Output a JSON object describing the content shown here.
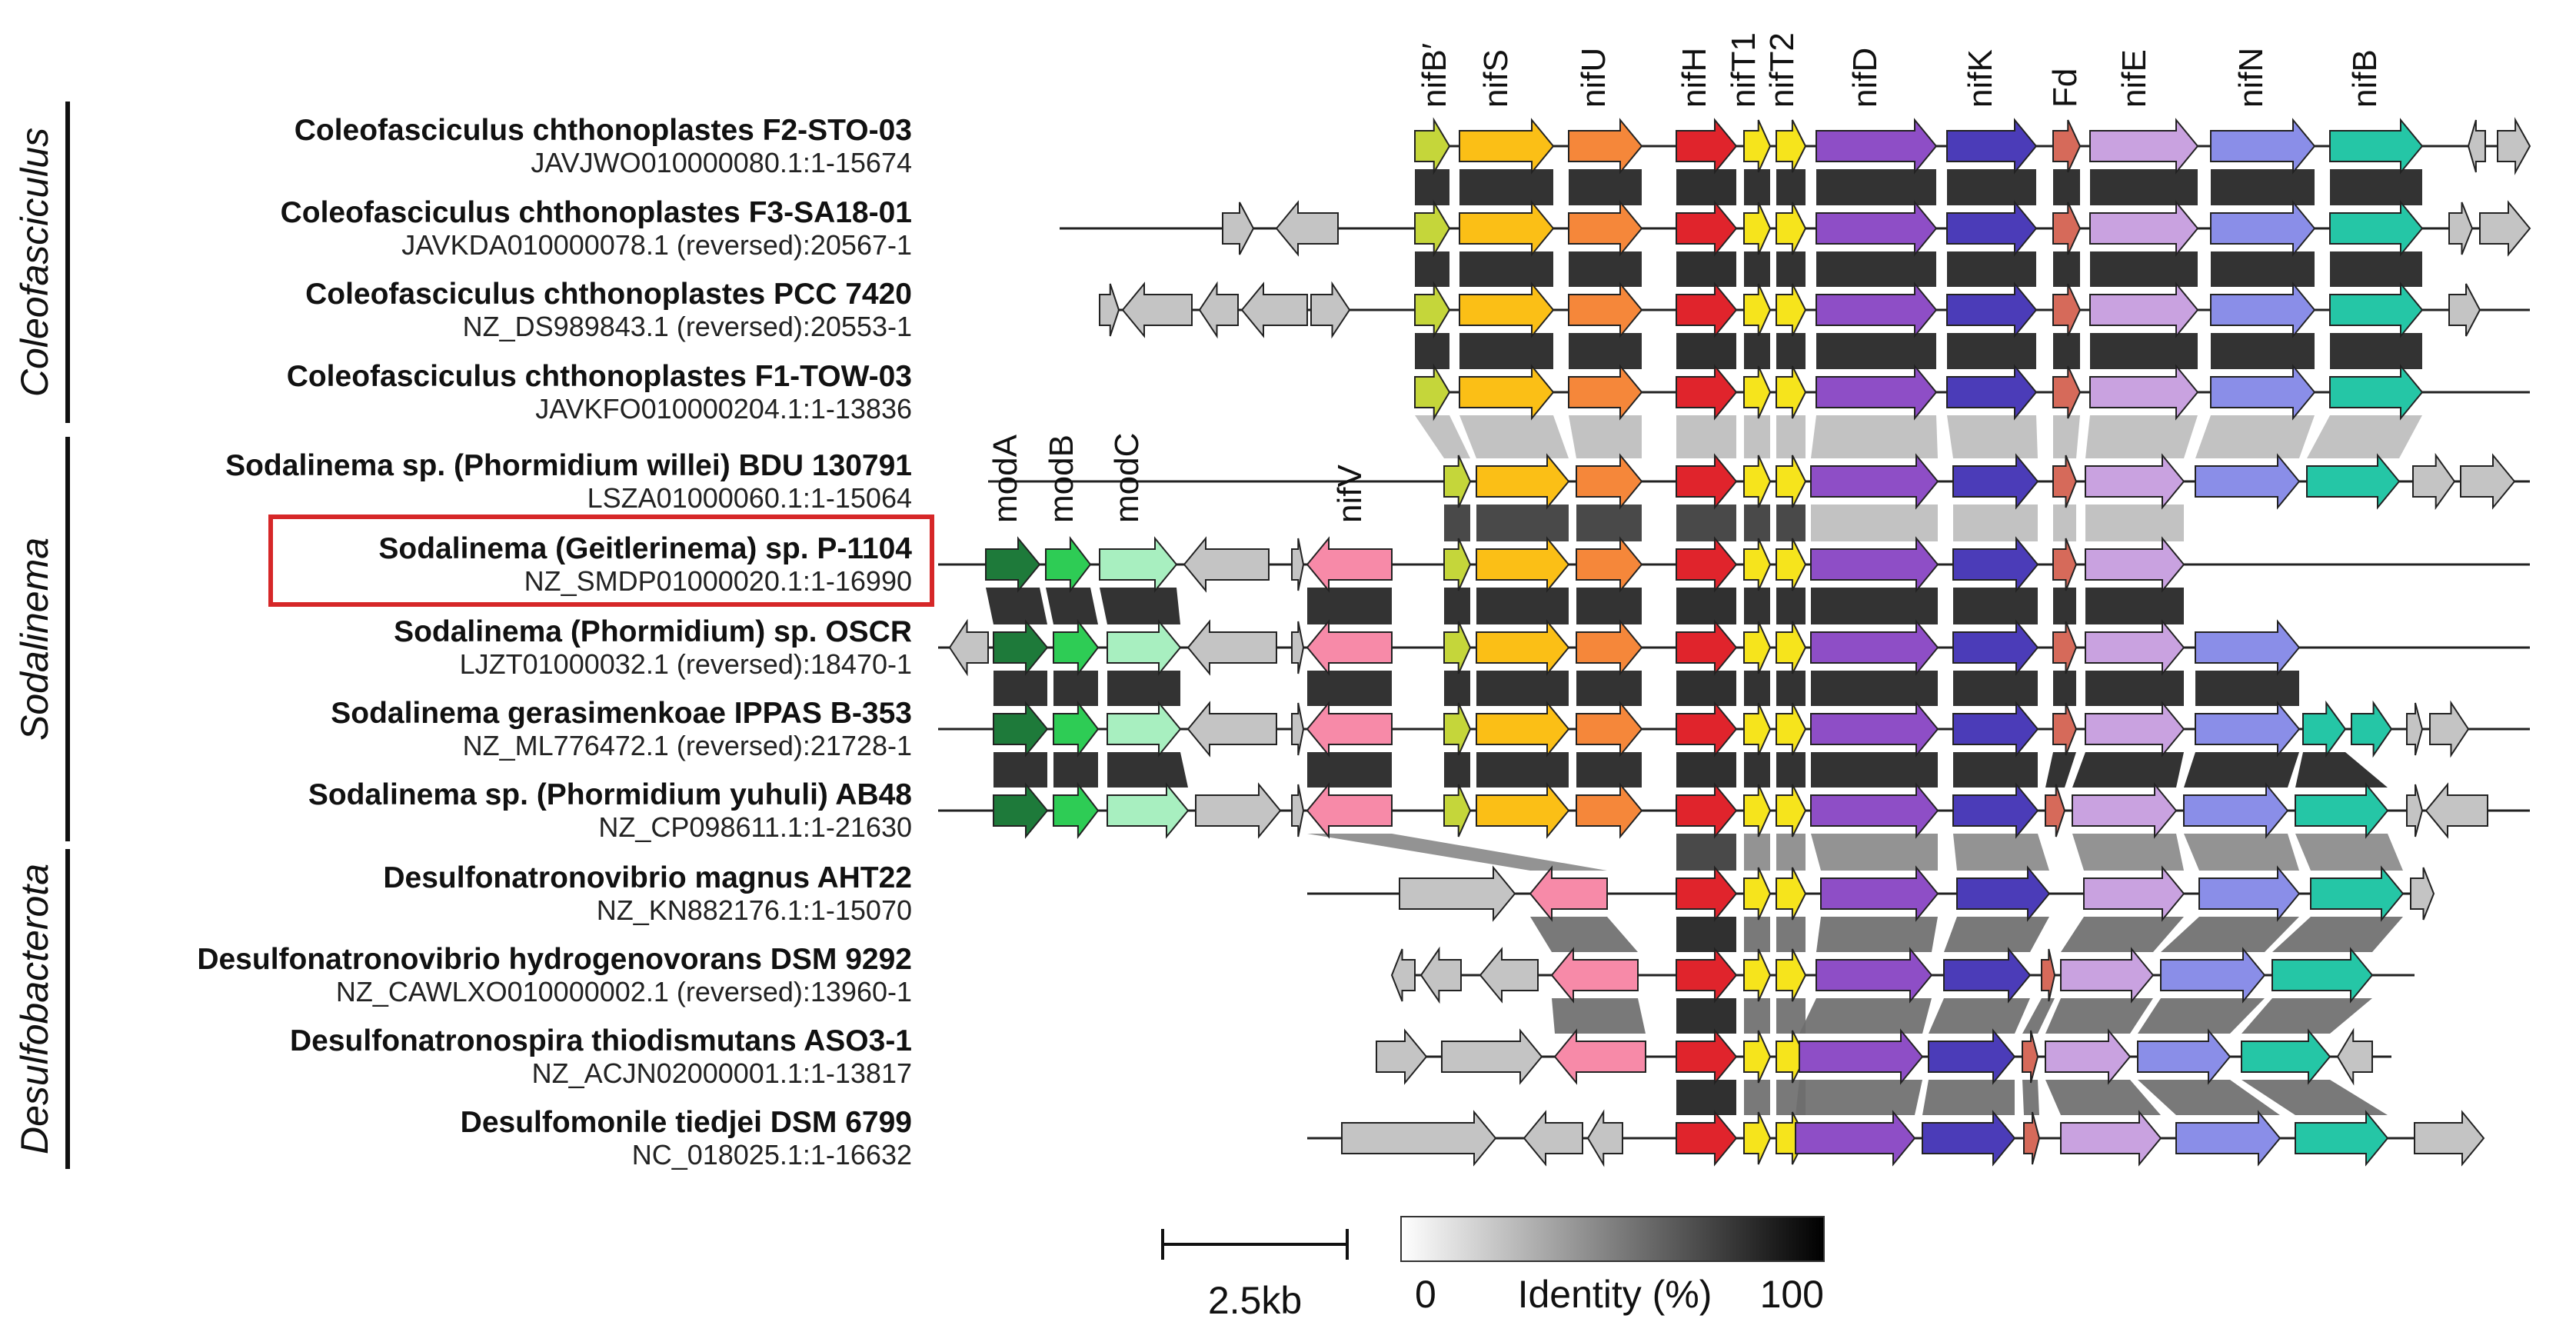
{
  "clades": [
    {
      "name": "Coleofasciculus",
      "from": 0,
      "to": 3
    },
    {
      "name": "Sodalinema",
      "from": 4,
      "to": 8
    },
    {
      "name": "Desulfobacterota",
      "from": 9,
      "to": 12
    }
  ],
  "genomes": [
    {
      "name": "Coleofasciculus chthonoplastes F2-STO-03",
      "acc": "JAVJWO010000080.1:1-15674"
    },
    {
      "name": "Coleofasciculus chthonoplastes F3-SA18-01",
      "acc": "JAVKDA010000078.1 (reversed):20567-1"
    },
    {
      "name": "Coleofasciculus chthonoplastes PCC 7420",
      "acc": "NZ_DS989843.1 (reversed):20553-1"
    },
    {
      "name": "Coleofasciculus chthonoplastes F1-TOW-03",
      "acc": "JAVKFO010000204.1:1-13836"
    },
    {
      "name": "Sodalinema sp. (Phormidium willei) BDU 130791",
      "acc": "LSZA01000060.1:1-15064"
    },
    {
      "name": "Sodalinema (Geitlerinema) sp. P-1104",
      "acc": "NZ_SMDP01000020.1:1-16990",
      "highlight": true
    },
    {
      "name": "Sodalinema (Phormidium) sp. OSCR",
      "acc": "LJZT01000032.1 (reversed):18470-1"
    },
    {
      "name": "Sodalinema gerasimenkoae IPPAS B-353",
      "acc": "NZ_ML776472.1 (reversed):21728-1"
    },
    {
      "name": "Sodalinema sp. (Phormidium yuhuli) AB48",
      "acc": "NZ_CP098611.1:1-21630"
    },
    {
      "name": "Desulfonatronovibrio magnus AHT22",
      "acc": "NZ_KN882176.1:1-15070"
    },
    {
      "name": "Desulfonatronovibrio hydrogenovorans DSM 9292",
      "acc": "NZ_CAWLXO010000002.1 (reversed):13960-1"
    },
    {
      "name": "Desulfonatronospira thiodismutans ASO3-1",
      "acc": "NZ_ACJN02000001.1:1-13817"
    },
    {
      "name": "Desulfomonile tiedjei DSM 6799",
      "acc": "NC_018025.1:1-16632"
    }
  ],
  "gene_labels": [
    "modA",
    "modB",
    "modC",
    "nifV",
    "nifB′",
    "nifS",
    "nifU",
    "nifH",
    "nifT1",
    "nifT2",
    "nifD",
    "nifK",
    "Fd",
    "nifE",
    "nifN",
    "nifB"
  ],
  "gene_colors": {
    "modA": "#1e7a3a",
    "modB": "#2ecc55",
    "modC": "#a8efc0",
    "nifV": "#f78aa8",
    "nifB′": "#c5d63a",
    "nifS": "#fbbf16",
    "nifU": "#f5873a",
    "nifH": "#e0242c",
    "nifT1": "#f6e41c",
    "nifT2": "#f6e41c",
    "nifD": "#8e4ec6",
    "nifK": "#4b3cb8",
    "Fd": "#d66a5a",
    "nifE": "#c9a2e0",
    "nifN": "#8a8ee8",
    "nifB": "#25c6a6",
    "other": "#c4c4c4"
  },
  "scale_bar": {
    "label": "2.5kb"
  },
  "legend": {
    "min": "0",
    "title": "Identity (%)",
    "max": "100"
  }
}
